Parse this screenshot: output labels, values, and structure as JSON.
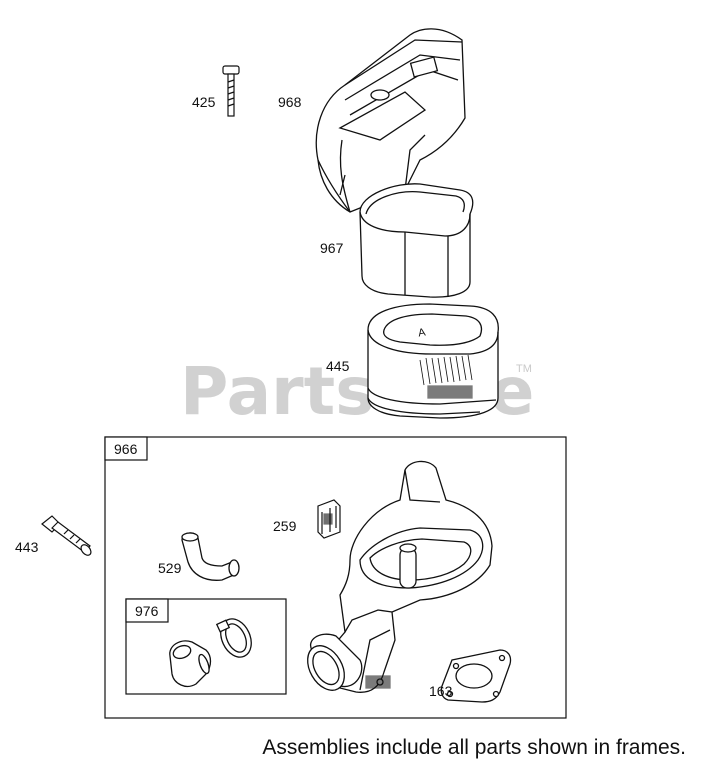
{
  "diagram": {
    "watermark": "PartsTree",
    "watermark_tm": "TM",
    "parts": {
      "bolt_425": "425",
      "cover_968": "968",
      "prefilter_967": "967",
      "filter_445": "445",
      "base_assembly_966": "966",
      "bolt_443": "443",
      "elbow_529": "529",
      "clip_259": "259",
      "kit_976": "976",
      "gasket_163": "163"
    },
    "footer_note": "Assemblies include all parts shown in frames."
  }
}
